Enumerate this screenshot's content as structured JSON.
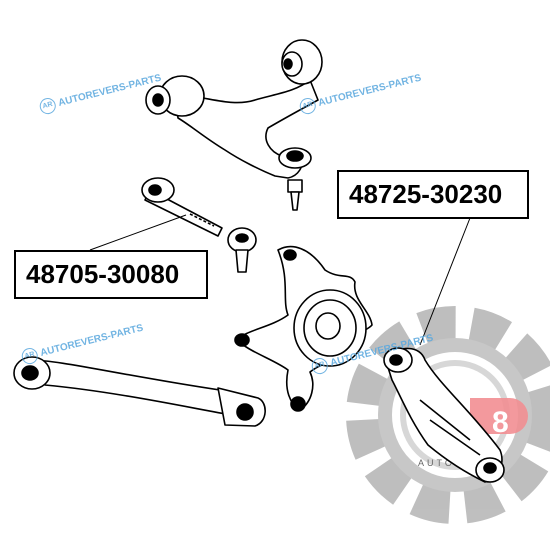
{
  "parts": [
    {
      "number": "48705-30080"
    },
    {
      "number": "48725-30230"
    }
  ],
  "watermark": {
    "text": "AUTOREVERS-PARTS",
    "logo": "AR",
    "color": "#5aa8de"
  },
  "brand_gear": {
    "letter": "8",
    "text": "AUTO",
    "accent_color": "#e8333a",
    "gear_color": "#8a8a8a"
  }
}
